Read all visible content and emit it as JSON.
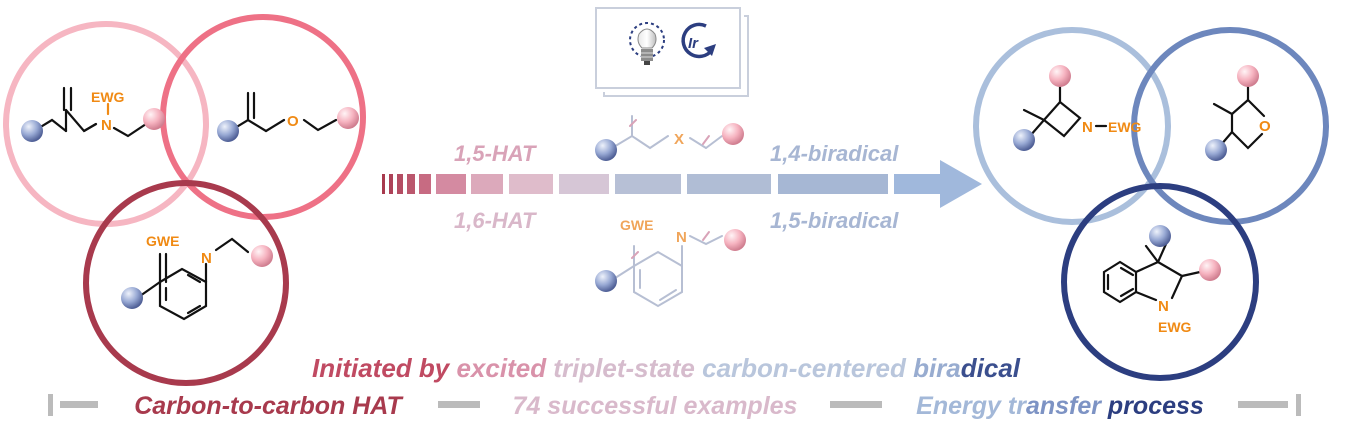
{
  "labels": {
    "ewg": "EWG",
    "gwe": "GWE",
    "n": "N",
    "o": "O",
    "x": "X",
    "ir": "Ir"
  },
  "reaction": {
    "hat_top": "1,5-HAT",
    "hat_bottom": "1,6-HAT",
    "biradical_top": "1,4-biradical",
    "biradical_bottom": "1,5-biradical"
  },
  "footer": {
    "headline": [
      {
        "text": "Initiated by ",
        "color": "#c04a62"
      },
      {
        "text": "excited ",
        "color": "#d992aa"
      },
      {
        "text": "triplet-state ",
        "color": "#d6bccd"
      },
      {
        "text": "carbon-centered ",
        "color": "#b9c6dc"
      },
      {
        "text": "bira",
        "color": "#98acd0"
      },
      {
        "text": "dical",
        "color": "#3b4f8e"
      }
    ],
    "tag1": "Carbon-to-carbon HAT",
    "tag2": "74 successful examples",
    "tag3_a": "Energy tr",
    "tag3_b": "ansfer ",
    "tag3_c": "process"
  },
  "colors": {
    "circle_pink_light": "#f6b6c2",
    "circle_pink": "#ee7186",
    "circle_maroon": "#a83a4d",
    "circle_blue_light": "#aabfdc",
    "circle_blue_mid": "#6d87bd",
    "circle_blue_dark": "#2c3e80",
    "heteroatom": "#f08a14",
    "arrow_light": "#9fb7d8",
    "footer_line": "#bbbbbb",
    "tag1": "#a83a4d",
    "tag2": "#d9b9cb",
    "tag3_light": "#a3b8d8",
    "tag3_dark": "#2c3e80"
  },
  "icons": [
    "lightbulb-icon",
    "iridium-catalyst-icon"
  ]
}
